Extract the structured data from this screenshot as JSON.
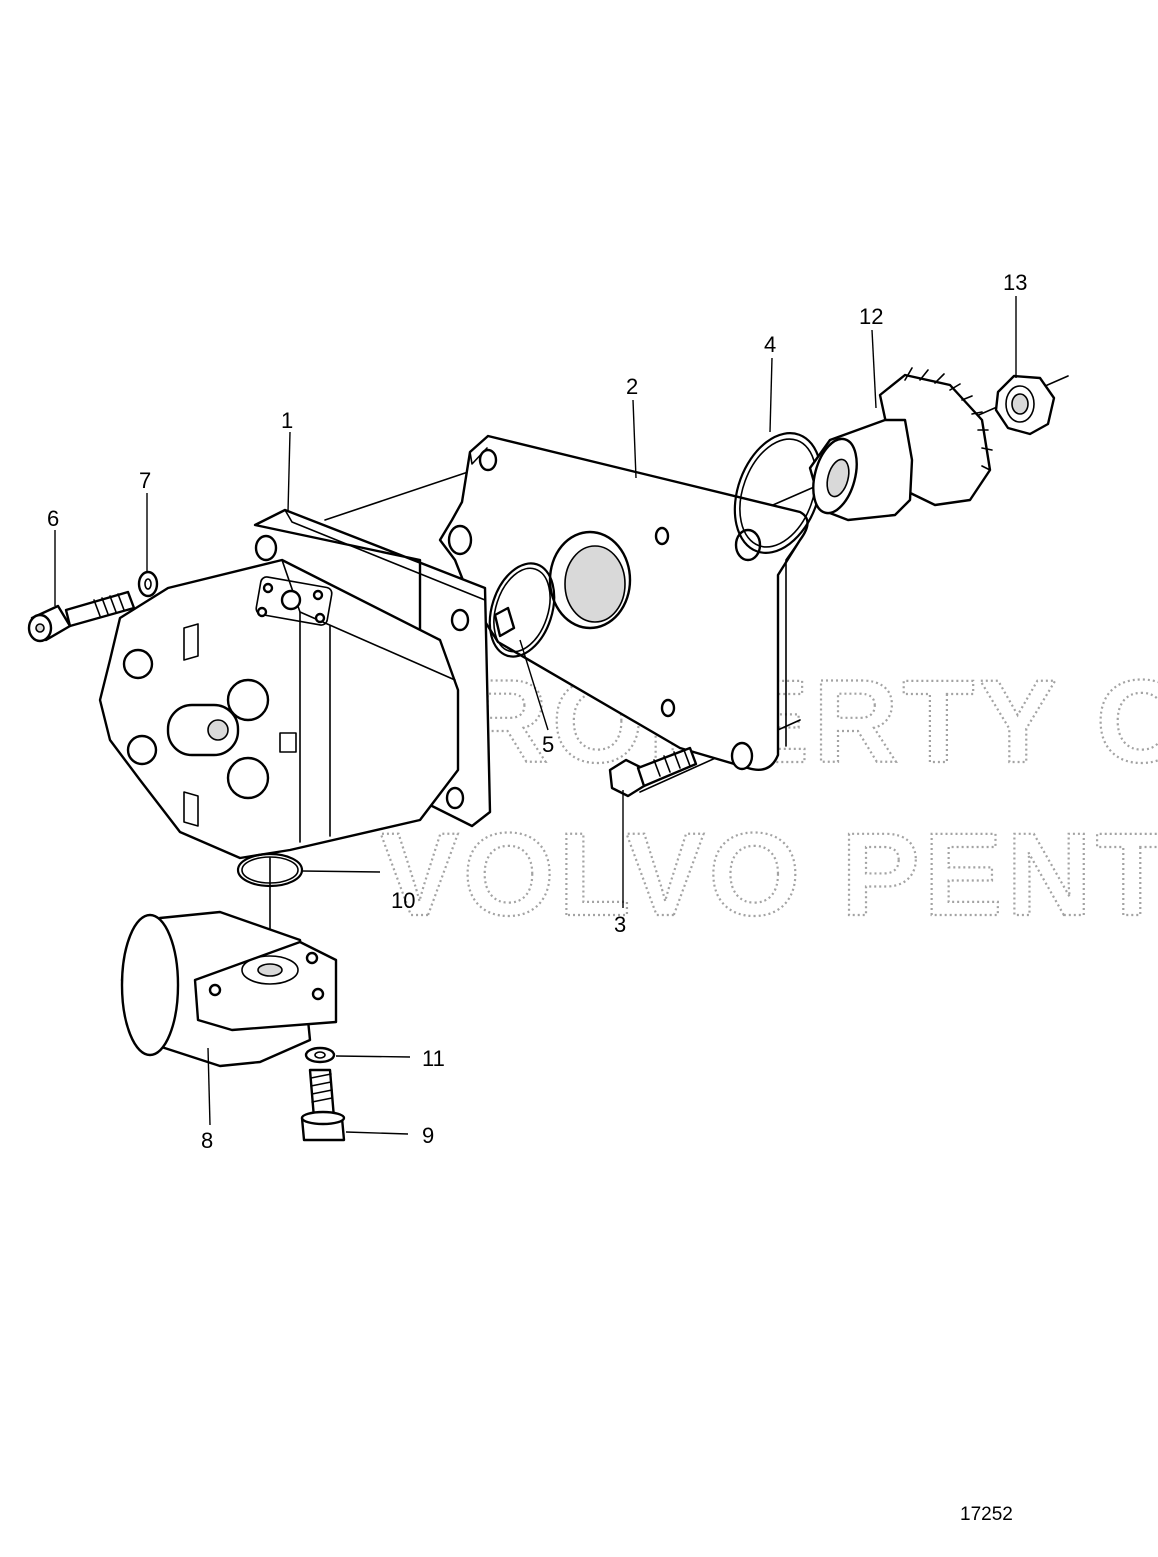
{
  "watermark": {
    "line1": "PROPERTY OF",
    "line2": "VOLVO PENTA"
  },
  "figure_number": "17252",
  "callouts": [
    {
      "id": "1",
      "label": "1"
    },
    {
      "id": "2",
      "label": "2"
    },
    {
      "id": "3",
      "label": "3"
    },
    {
      "id": "4",
      "label": "4"
    },
    {
      "id": "5",
      "label": "5"
    },
    {
      "id": "6",
      "label": "6"
    },
    {
      "id": "7",
      "label": "7"
    },
    {
      "id": "8",
      "label": "8"
    },
    {
      "id": "9",
      "label": "9"
    },
    {
      "id": "10",
      "label": "10"
    },
    {
      "id": "11",
      "label": "11"
    },
    {
      "id": "12",
      "label": "12"
    },
    {
      "id": "13",
      "label": "13"
    }
  ]
}
